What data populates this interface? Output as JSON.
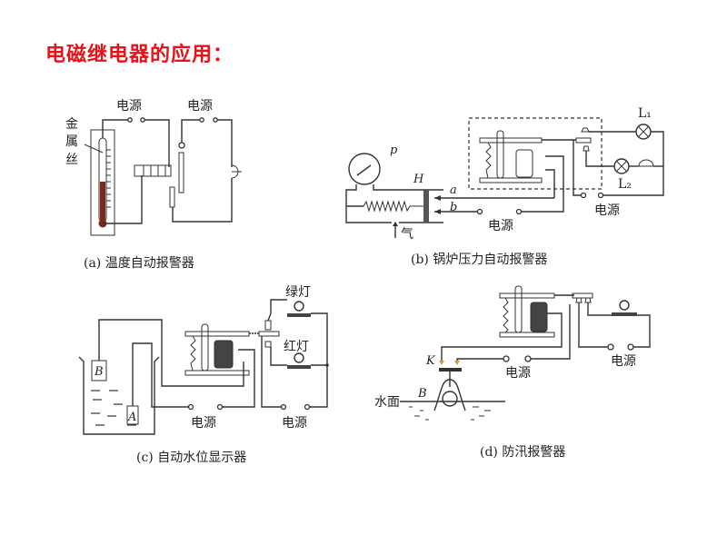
{
  "title": "电磁继电器的应用：",
  "colors": {
    "title": "#e8121a",
    "mercury": "#7a2a1e",
    "line": "#333333",
    "contact": "#d4a020"
  },
  "diagrams": {
    "a": {
      "caption": "(a)  温度自动报警器",
      "label_wire": [
        "金",
        "属",
        "丝"
      ],
      "power_left": "电源",
      "power_right": "电源"
    },
    "b": {
      "caption": "(b)  锅炉压力自动报警器",
      "label_p": "p",
      "label_h": "H",
      "label_a": "a",
      "label_b": "b",
      "label_gas": "气",
      "label_l1": "L₁",
      "label_l2": "L₂",
      "power_left": "电源",
      "power_right": "电源"
    },
    "c": {
      "caption": "(c)  自动水位显示器",
      "label_green": "绿灯",
      "label_red": "红灯",
      "label_b": "B",
      "label_a": "A",
      "power_left": "电源",
      "power_right": "电源"
    },
    "d": {
      "caption": "(d)  防汛报警器",
      "label_k": "K",
      "label_b": "B",
      "label_water": "水面",
      "power_left": "电源",
      "power_right": "电源"
    }
  }
}
